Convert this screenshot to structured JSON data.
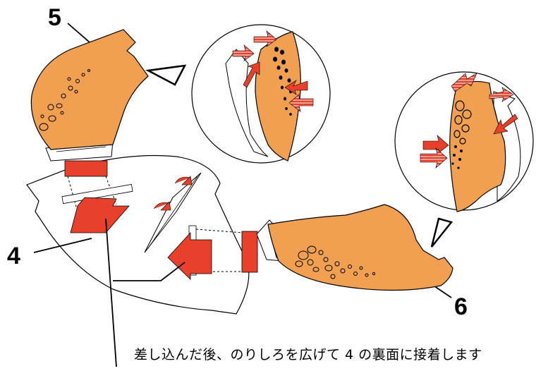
{
  "labels": {
    "part5": "5",
    "part4": "4",
    "part6": "6"
  },
  "caption": "差し込んだ後、のりしろを広げて 4 の裏面に接着します",
  "colors": {
    "part_fill": "#F0A050",
    "arrow_red": "#E8402A",
    "outline": "#000000",
    "background": "#FFFFFF"
  }
}
